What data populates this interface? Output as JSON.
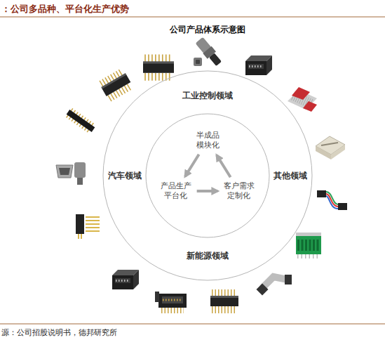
{
  "diagram": {
    "title": "公司产品体系示意图",
    "caption": "源：公司招股说明书，德邦研究所",
    "nodes": [
      {
        "text": [
          "工业控制领域",
          "汽车领域",
          "其他领域",
          "新能源领域"
        ]
      },
      {
        "text": [
          "半成品 模块化"
        ],
        "in": 0
      },
      {
        "text": [
          "产品生产 平台化"
        ],
        "in": 0
      },
      {
        "text": [
          "客户需求 定制化"
        ],
        "in": 0
      }
    ],
    "edges": [
      {
        "from": 2,
        "to": 3,
        "arrow": "to"
      },
      {
        "from": 3,
        "to": 1,
        "arrow": "to"
      },
      {
        "from": 1,
        "to": 2,
        "arrow": "to"
      }
    ],
    "labels": [
      "：公司多品种、平台化生产优势"
    ]
  }
}
